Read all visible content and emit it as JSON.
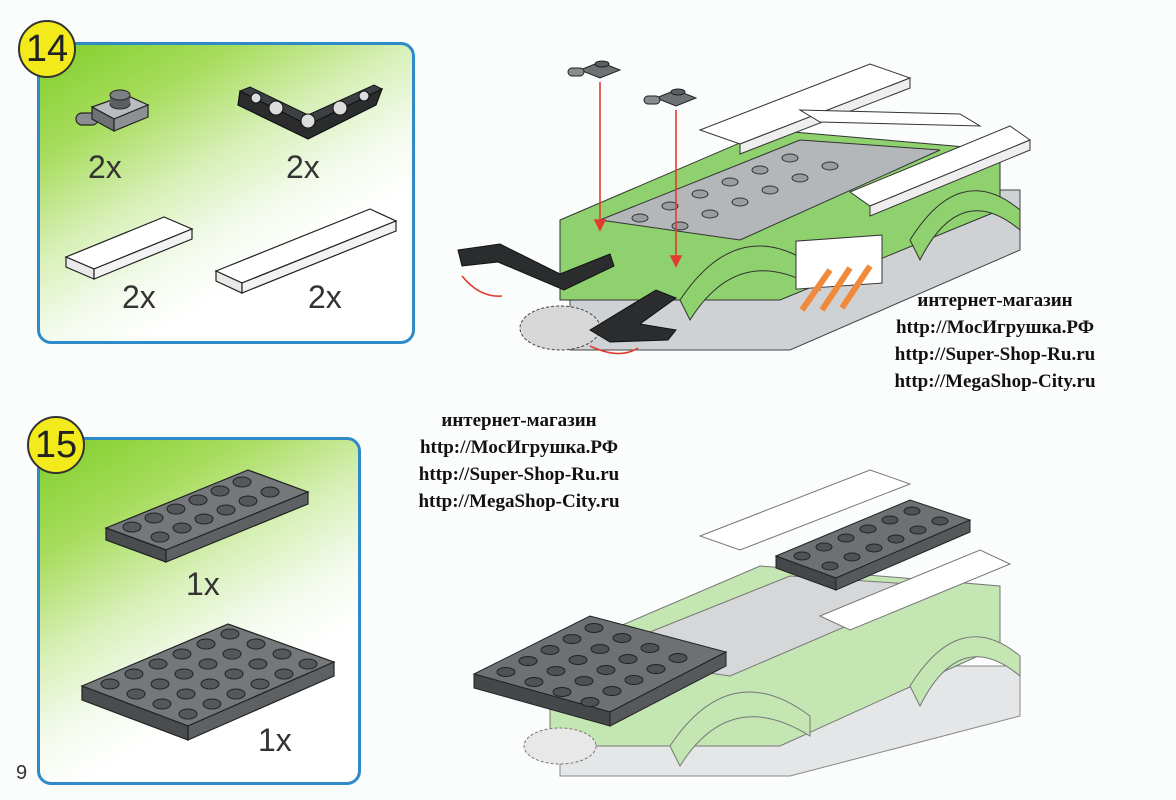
{
  "page_number": "9",
  "steps": [
    {
      "number": "14",
      "parts": [
        {
          "name": "clip-brick",
          "qty": "2x"
        },
        {
          "name": "l-beam",
          "qty": "2x"
        },
        {
          "name": "white-tile-short",
          "qty": "2x"
        },
        {
          "name": "white-tile-long",
          "qty": "2x"
        }
      ]
    },
    {
      "number": "15",
      "parts": [
        {
          "name": "dark-plate-2x6",
          "qty": "1x"
        },
        {
          "name": "dark-plate-4x6",
          "qty": "1x"
        }
      ]
    }
  ],
  "watermark_1": [
    "интернет-магазин",
    "http://МосИгрушка.РФ",
    "http://Super-Shop-Ru.ru",
    "http://MegaShop-City.ru"
  ],
  "watermark_2": [
    "интернет-магазин",
    "http://МосИгрушка.РФ",
    "http://Super-Shop-Ru.ru",
    "http://MegaShop-City.ru"
  ],
  "colors": {
    "panel_border": "#2e8bc8",
    "badge": "#f2ea1a",
    "arrow": "#e23b2e",
    "green": "#8ed16e",
    "gray": "#a9acaf",
    "dark": "#4a4d50"
  }
}
